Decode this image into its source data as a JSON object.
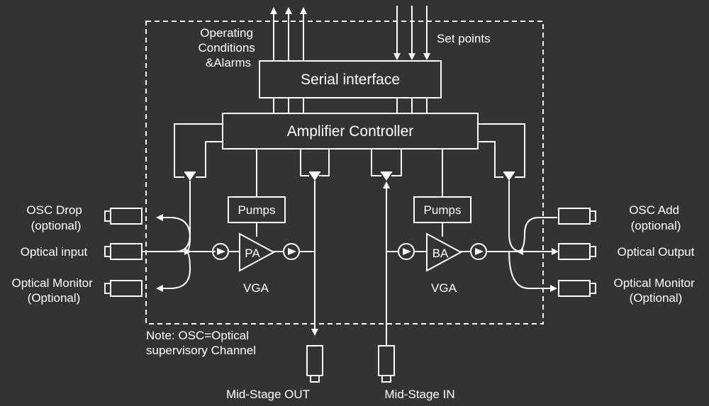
{
  "diagram": {
    "serial_interface": "Serial interface",
    "amplifier_controller": "Amplifier Controller",
    "operating_conditions": [
      "Operating",
      "Conditions",
      "&Alarms"
    ],
    "set_points": "Set points",
    "pumps_left": "Pumps",
    "pumps_right": "Pumps",
    "pa": "PA",
    "ba": "BA",
    "vga_left": "VGA",
    "vga_right": "VGA",
    "osc_drop": [
      "OSC Drop",
      "(optional)"
    ],
    "optical_input": "Optical input",
    "optical_monitor_left": [
      "Optical Monitor",
      "(Optional)"
    ],
    "osc_add": [
      "OSC Add",
      "(optional)"
    ],
    "optical_output": "Optical Output",
    "optical_monitor_right": [
      "Optical Monitor",
      "(Optional)"
    ],
    "note": [
      "Note: OSC=Optical",
      "supervisory Channel"
    ],
    "mid_stage_out": "Mid-Stage OUT",
    "mid_stage_in": "Mid-Stage IN"
  }
}
